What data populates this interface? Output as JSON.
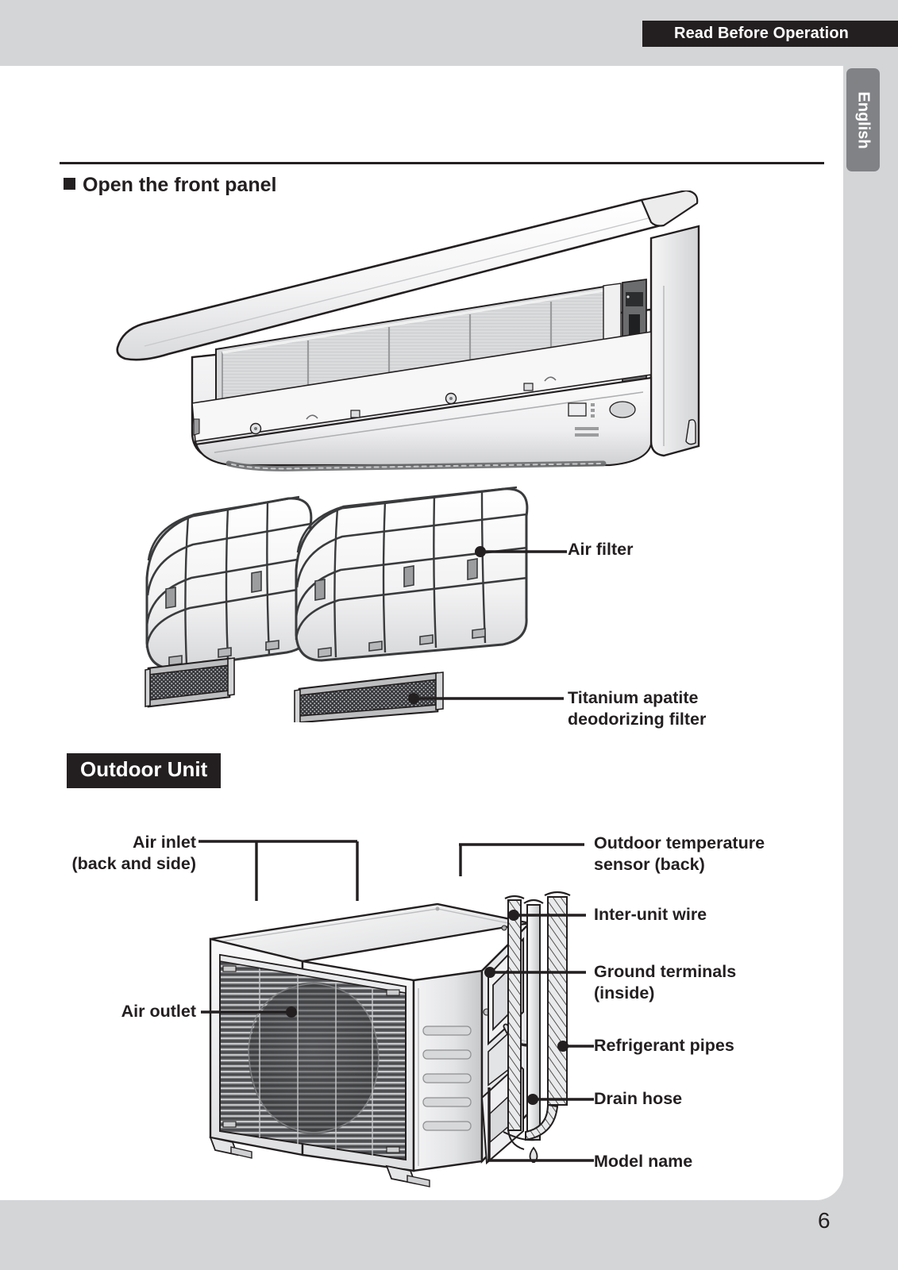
{
  "header": {
    "banner_title": "Read Before Operation",
    "language_tab": "English"
  },
  "sections": {
    "front_panel_heading": "Open the front panel",
    "outdoor_unit_heading": "Outdoor Unit"
  },
  "indoor_callouts": [
    {
      "label": "Air filter"
    },
    {
      "label_line1": "Titanium apatite",
      "label_line2": "deodorizing filter"
    }
  ],
  "outdoor_callouts": {
    "air_inlet_line1": "Air inlet",
    "air_inlet_line2": "(back and side)",
    "air_outlet": "Air outlet",
    "temp_sensor_line1": "Outdoor temperature",
    "temp_sensor_line2": "sensor (back)",
    "inter_unit_wire": "Inter-unit wire",
    "ground_terminals_line1": "Ground terminals",
    "ground_terminals_line2": "(inside)",
    "refrigerant_pipes": "Refrigerant pipes",
    "drain_hose": "Drain hose",
    "model_name": "Model name"
  },
  "footer": {
    "page_number": "6"
  },
  "colors": {
    "page_background": "#d4d5d7",
    "paper": "#ffffff",
    "ink": "#231f20",
    "tab_gray": "#808285"
  }
}
